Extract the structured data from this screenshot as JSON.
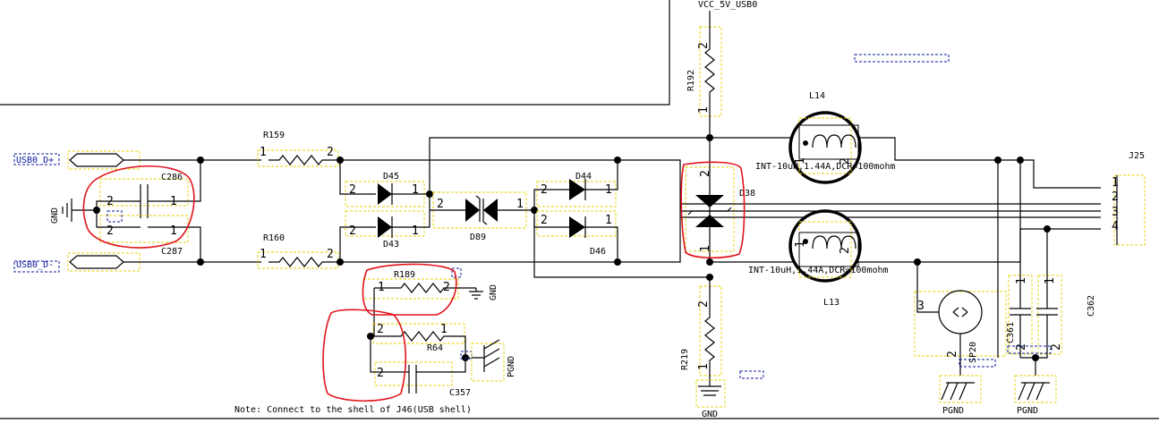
{
  "nets": {
    "vcc": "VCC_5V_USB0",
    "usb_dp": "USB0_D+",
    "usb_dm": "USB0_D-",
    "gnd": "GND",
    "pgnd": "PGND"
  },
  "refdes": {
    "r159": "R159",
    "r160": "R160",
    "r189": "R189",
    "r192": "R192",
    "r219": "R219",
    "r64": "R64",
    "c286": "C286",
    "c287": "C287",
    "c357": "C357",
    "c361": "C361",
    "c362": "C362",
    "d45": "D45",
    "d43": "D43",
    "d89": "D89",
    "d44": "D44",
    "d46": "D46",
    "d38": "D38",
    "l13": "L13",
    "l14": "L14",
    "j25": "J25",
    "sp20": "SP20"
  },
  "values": {
    "l14": "INT-10uH,1.44A,DCR=100mohm",
    "l13": "INT-10uH,1.44A,DCR=100mohm"
  },
  "pins": {
    "p1": "1",
    "p2": "2",
    "p3": "3",
    "p4": "4"
  },
  "note": "Note: Connect to the shell of J46(USB shell)",
  "colors": {
    "wire": "#000000",
    "component_box": "#e6d200",
    "markup": "#e0141c",
    "port": "#0b1a9c"
  }
}
